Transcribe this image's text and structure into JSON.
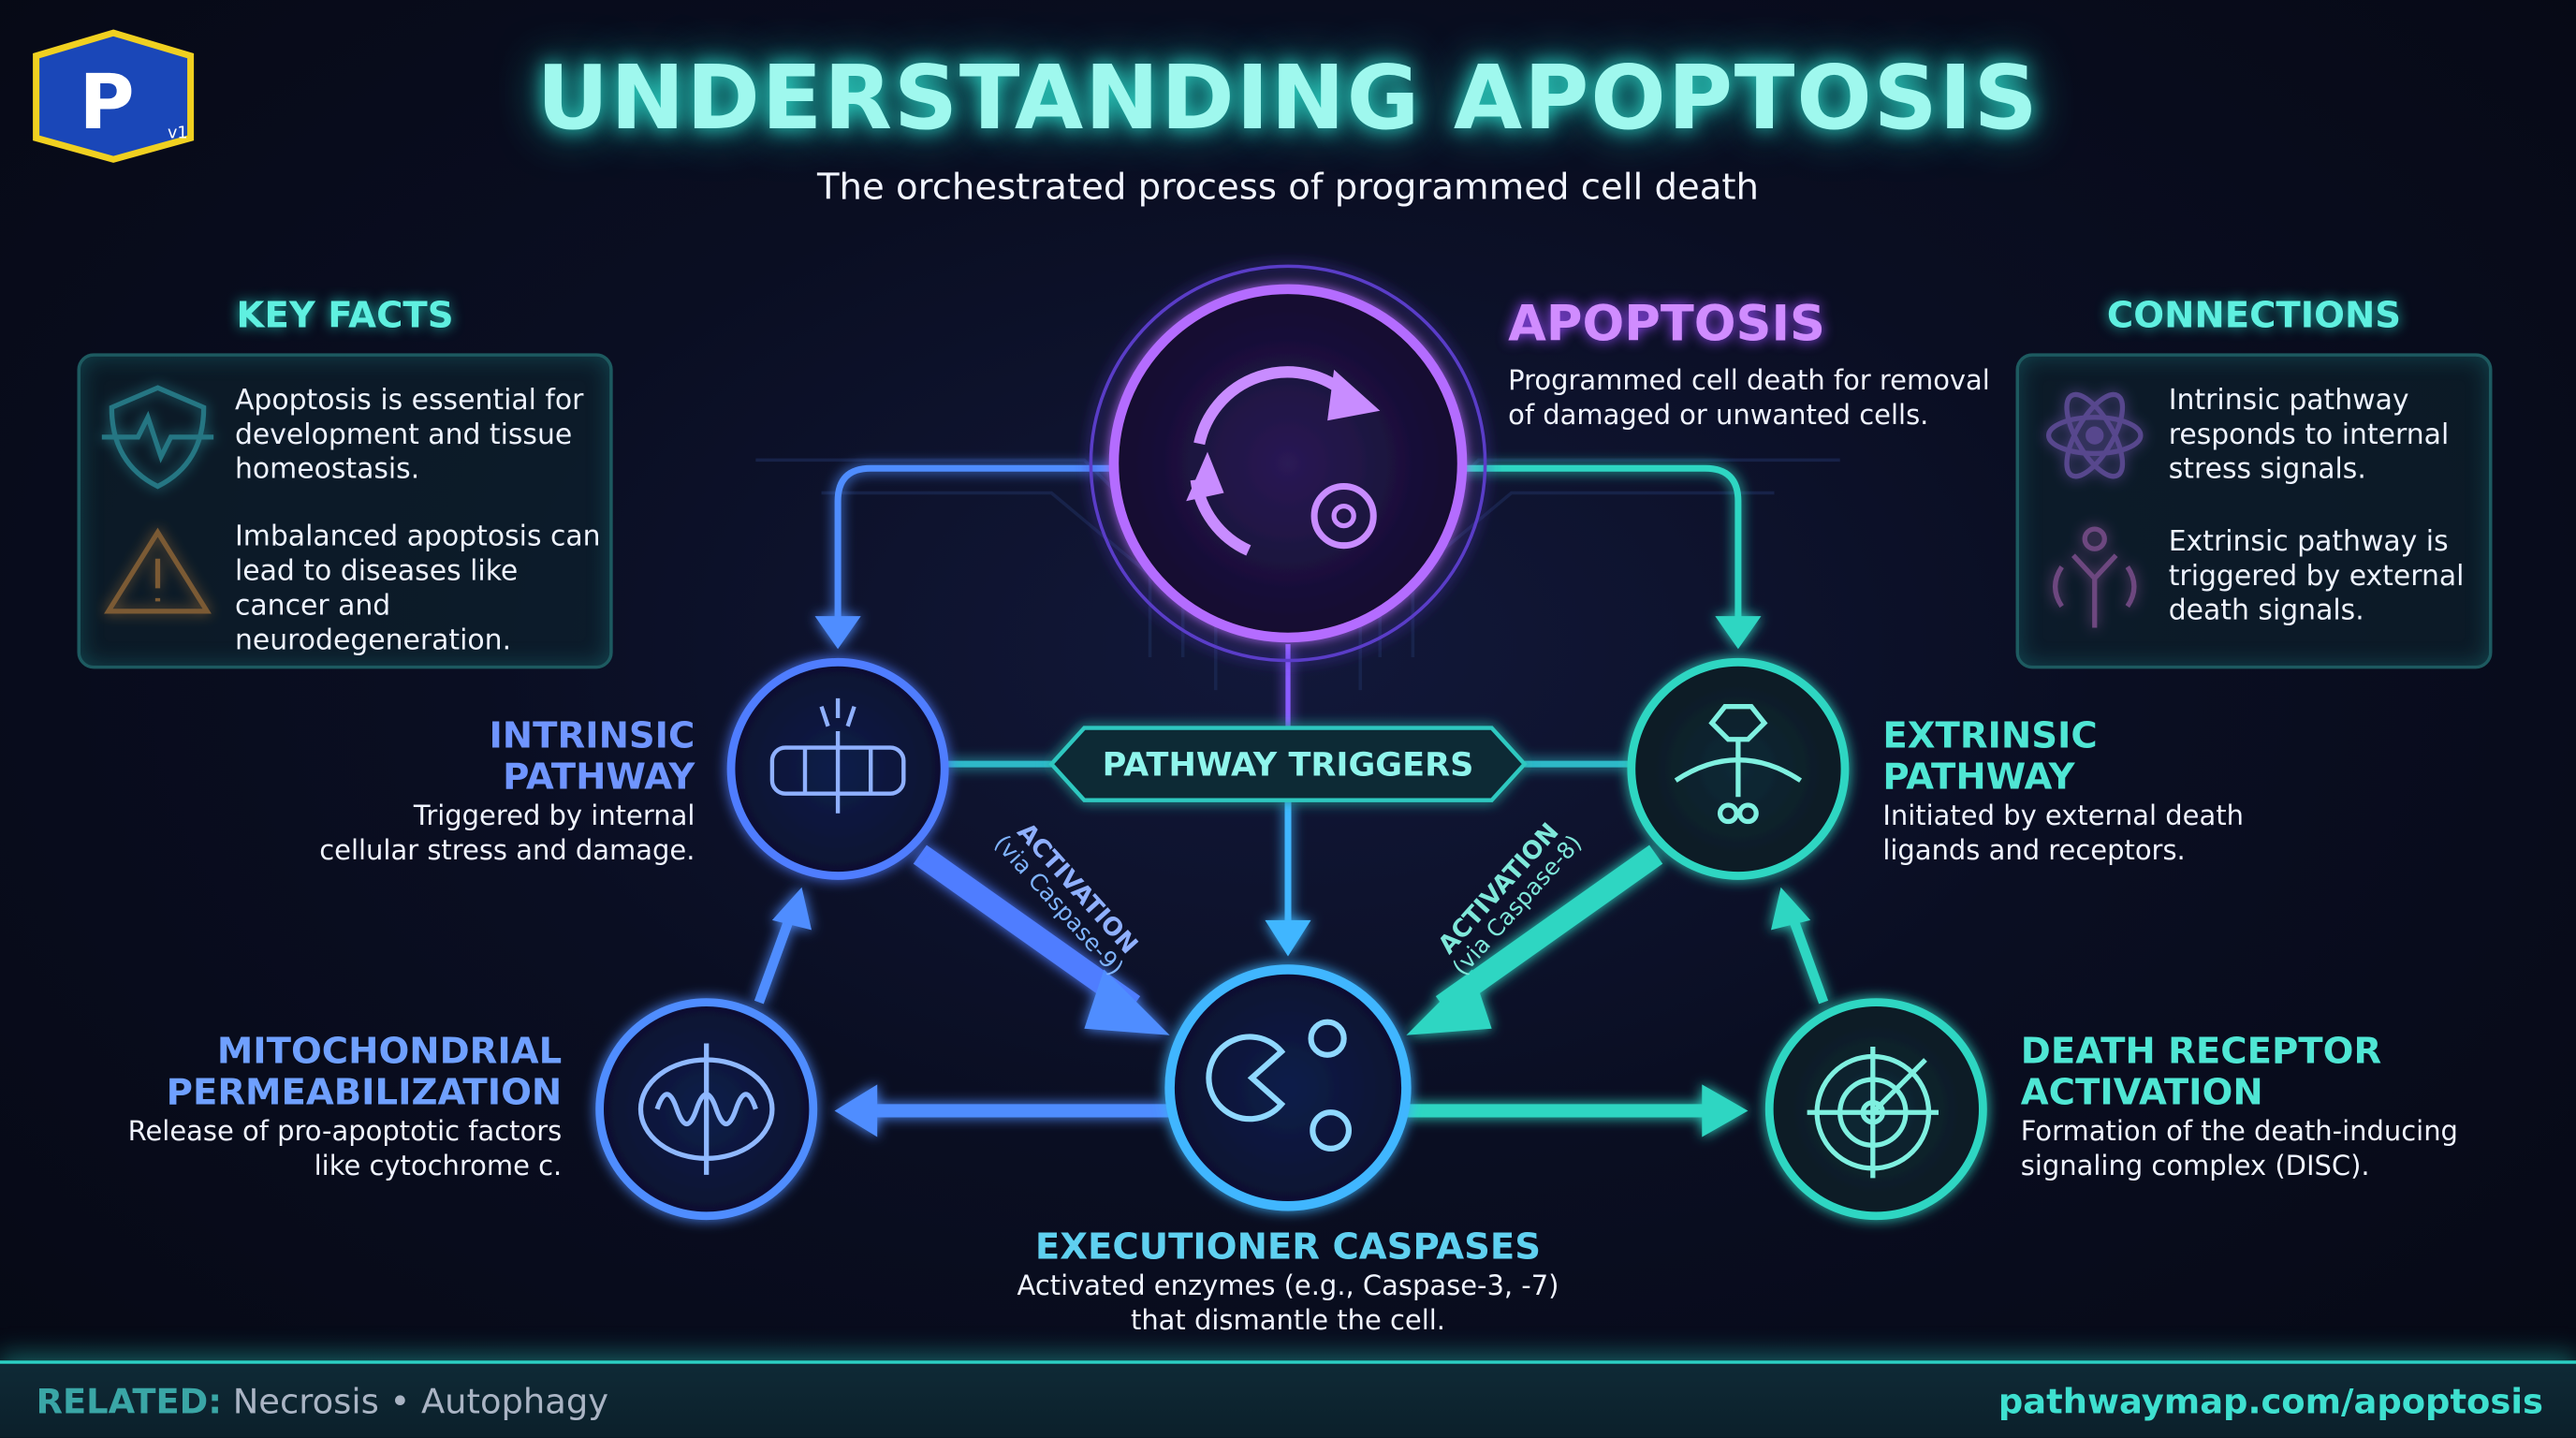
{
  "logo": {
    "letter": "P",
    "version": "v1"
  },
  "header": {
    "title": "UNDERSTANDING APOPTOSIS",
    "subtitle": "The orchestrated process of programmed cell death"
  },
  "key_facts": {
    "heading": "KEY FACTS",
    "items": [
      {
        "icon": "shield-heartbeat-icon",
        "text": "Apoptosis is essential for development and tissue homeostasis."
      },
      {
        "icon": "warning-triangle-icon",
        "text": "Imbalanced apoptosis can lead to diseases like cancer and neurodegeneration."
      }
    ]
  },
  "connections": {
    "heading": "CONNECTIONS",
    "items": [
      {
        "icon": "atom-icon",
        "text": "Intrinsic pathway responds to internal stress signals."
      },
      {
        "icon": "receptor-signal-icon",
        "text": "Extrinsic pathway is triggered by external death signals."
      }
    ]
  },
  "nodes": {
    "apoptosis": {
      "title": "APOPTOSIS",
      "desc": "Programmed cell death for removal of damaged or unwanted cells.",
      "color": "#b46cff",
      "icon": "cycle-cell-icon"
    },
    "intrinsic": {
      "title1": "INTRINSIC",
      "title2": "PATHWAY",
      "desc1": "Triggered by internal",
      "desc2": "cellular stress and damage.",
      "color": "#4f7dff",
      "icon": "membrane-icon"
    },
    "extrinsic": {
      "title1": "EXTRINSIC",
      "title2": "PATHWAY",
      "desc1": "Initiated by external death",
      "desc2": "ligands and receptors.",
      "color": "#2fd6c2",
      "icon": "receptor-icon"
    },
    "triggers": {
      "title": "PATHWAY TRIGGERS"
    },
    "executioner": {
      "title": "EXECUTIONER CASPASES",
      "desc1": "Activated enzymes (e.g., Caspase-3, -7)",
      "desc2": "that dismantle the cell.",
      "color": "#3fb6ff",
      "icon": "enzyme-icon"
    },
    "mitochondrial": {
      "title1": "MITOCHONDRIAL",
      "title2": "PERMEABILIZATION",
      "desc1": "Release of pro-apoptotic factors",
      "desc2": "like cytochrome c.",
      "color": "#4f8dff",
      "icon": "mitochondria-icon"
    },
    "death_receptor": {
      "title1": "DEATH RECEPTOR",
      "title2": "ACTIVATION",
      "desc1": "Formation of the death-inducing",
      "desc2": "signaling complex (DISC).",
      "color": "#2fd6c2",
      "icon": "target-icon"
    }
  },
  "activation_left": {
    "line1": "ACTIVATION",
    "line2": "(via Caspase-9)"
  },
  "activation_right": {
    "line1": "ACTIVATION",
    "line2": "(via Caspase-8)"
  },
  "footer": {
    "related_label": "RELATED:",
    "related_items": "Necrosis • Autophagy",
    "url": "pathwaymap.com/apoptosis"
  }
}
